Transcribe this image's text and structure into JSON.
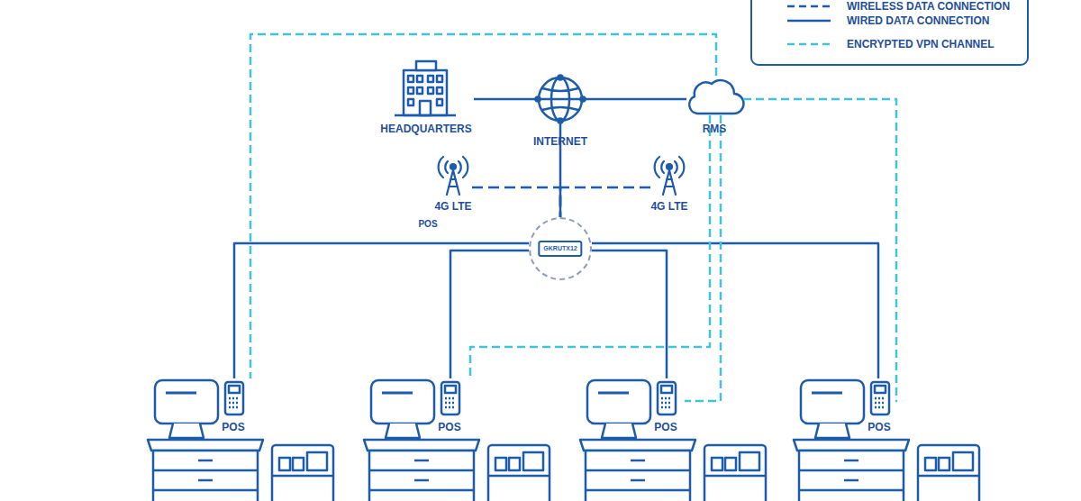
{
  "diagram": {
    "nodes": [
      {
        "text": [
          "HEADQUARTERS"
        ]
      },
      {
        "text": [
          "INTERNET"
        ]
      },
      {
        "text": [
          "RMS"
        ]
      },
      {
        "text": [
          "4G LTE"
        ]
      },
      {
        "text": [
          "4G LTE"
        ]
      },
      {
        "text": [
          "GKRUTX12"
        ]
      },
      {
        "text": [
          "POS"
        ]
      },
      {
        "text": [
          "POS"
        ]
      },
      {
        "text": [
          "POS"
        ]
      },
      {
        "text": [
          "POS"
        ]
      }
    ],
    "edges": [
      {
        "from": 0,
        "to": 1,
        "arrow": "none"
      },
      {
        "from": 1,
        "to": 2,
        "arrow": "none"
      },
      {
        "from": 1,
        "to": 5,
        "arrow": "none"
      },
      {
        "from": 3,
        "to": 5,
        "arrow": "none"
      },
      {
        "from": 4,
        "to": 5,
        "arrow": "none"
      },
      {
        "from": 5,
        "to": 6,
        "arrow": "none"
      },
      {
        "from": 5,
        "to": 7,
        "arrow": "none"
      },
      {
        "from": 5,
        "to": 8,
        "arrow": "none"
      },
      {
        "from": 5,
        "to": 9,
        "arrow": "none"
      },
      {
        "from": 2,
        "to": 6,
        "arrow": "none"
      },
      {
        "from": 2,
        "to": 7,
        "arrow": "none"
      },
      {
        "from": 2,
        "to": 8,
        "arrow": "none"
      },
      {
        "from": 2,
        "to": 9,
        "arrow": "none"
      }
    ],
    "labels": [
      "POS"
    ],
    "legend": [
      {
        "text": "WIRELESS DATA CONNECTION"
      },
      {
        "text": "WIRED DATA CONNECTION"
      },
      {
        "text": "ENCRYPTED VPN CHANNEL"
      }
    ]
  }
}
